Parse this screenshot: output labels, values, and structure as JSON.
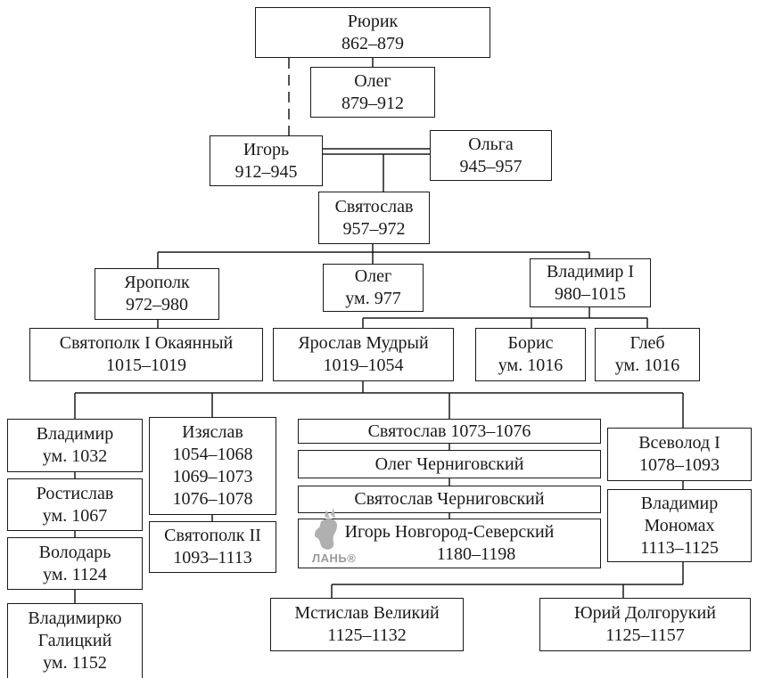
{
  "nodes": {
    "rurik": {
      "name": "Рюрик",
      "years": "862–879"
    },
    "oleg_regent": {
      "name": "Олег",
      "years": "879–912"
    },
    "igor": {
      "name": "Игорь",
      "years": "912–945"
    },
    "olga": {
      "name": "Ольга",
      "years": "945–957"
    },
    "svyatoslav": {
      "name": "Святослав",
      "years": "957–972"
    },
    "yaropolk": {
      "name": "Ярополк",
      "years": "972–980"
    },
    "oleg_977": {
      "name": "Олег",
      "years": "ум. 977"
    },
    "vladimir1": {
      "name": "Владимир I",
      "years": "980–1015"
    },
    "svyatopolk1": {
      "name": "Святополк I Окаянный",
      "years": "1015–1019"
    },
    "yaroslav": {
      "name": "Ярослав Мудрый",
      "years": "1019–1054"
    },
    "boris": {
      "name": "Борис",
      "years": "ум. 1016"
    },
    "gleb": {
      "name": "Глеб",
      "years": "ум. 1016"
    },
    "vladimir_1032": {
      "name": "Владимир",
      "years": "ум. 1032"
    },
    "rostislav": {
      "name": "Ростислав",
      "years": "ум. 1067"
    },
    "volodar": {
      "name": "Володарь",
      "years": "ум. 1124"
    },
    "vladimirko": {
      "name": "Владимирко",
      "name2": "Галицкий",
      "years": "ум. 1152"
    },
    "izyaslav": {
      "name": "Изяслав",
      "years1": "1054–1068",
      "years2": "1069–1073",
      "years3": "1076–1078"
    },
    "svyatopolk2": {
      "name": "Святополк II",
      "years": "1093–1113"
    },
    "svyatoslav2": {
      "label": "Святослав 1073–1076"
    },
    "oleg_chern": {
      "label": "Олег Черниговский"
    },
    "svyatoslav_chern": {
      "label": "Святослав Черниговский"
    },
    "igor_ns": {
      "name": "Игорь Новгород-Северский",
      "years": "1180–1198"
    },
    "vsevolod": {
      "name": "Всеволод I",
      "years": "1078–1093"
    },
    "monomakh": {
      "name1": "Владимир",
      "name2": "Мономах",
      "years": "1113–1125"
    },
    "mstislav": {
      "name": "Мстислав Великий",
      "years": "1125–1132"
    },
    "yuri": {
      "name": "Юрий Долгорукий",
      "years": "1125–1157"
    }
  },
  "watermark": {
    "text": "ЛАНЬ®"
  }
}
